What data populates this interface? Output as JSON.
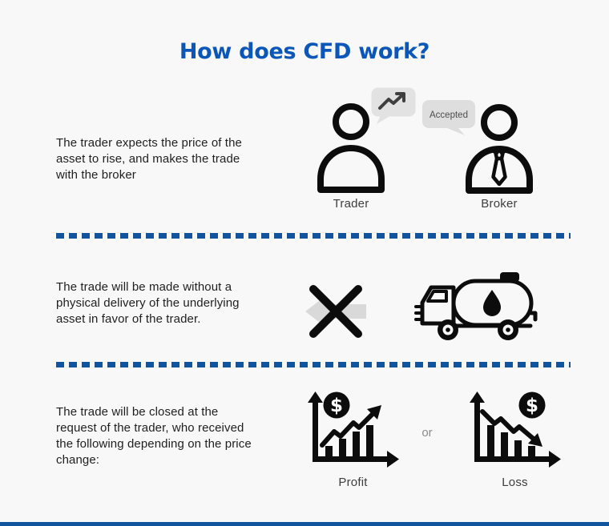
{
  "title": "How does CFD work?",
  "colors": {
    "background": "#f8f8f8",
    "accent_blue": "#0b57b8",
    "divider_blue": "#11559f",
    "icon_black": "#0c0c0c",
    "bubble_gray": "#e2e2e2"
  },
  "sections": [
    {
      "id": "trade-open",
      "text": "The trader expects the price of the\nasset to rise, and makes the trade\nwith the broker",
      "trader_label": "Trader",
      "broker_label": "Broker",
      "accepted_bubble_text": "Accepted",
      "icons": [
        "trader-person",
        "trend-up-bubble",
        "accepted-bubble",
        "broker-person"
      ]
    },
    {
      "id": "no-physical-delivery",
      "text": "The trade will be made without a\nphysical delivery of the underlying\nasset in favor of the trader.",
      "icons": [
        "crossed-out-delivery-arrow",
        "oil-tanker-truck"
      ]
    },
    {
      "id": "trade-close",
      "text": "The trade will be closed at the\nrequest of the trader, who received\nthe following depending on the price\nchange:",
      "profit_label": "Profit",
      "or_label": "or",
      "loss_label": "Loss",
      "dollar_sign": "$",
      "icons": [
        "profit-chart",
        "loss-chart"
      ]
    }
  ]
}
